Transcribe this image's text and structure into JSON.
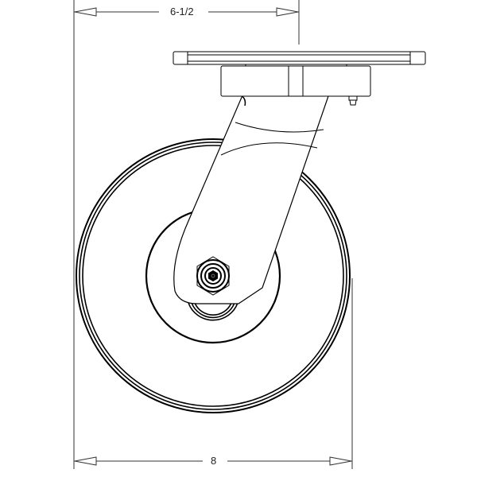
{
  "drawing": {
    "subject": "Swivel caster side view",
    "line_color": "#000000",
    "dimension_color": "#444444",
    "background": "#ffffff"
  },
  "dimensions": {
    "top": {
      "label": "6-1/2",
      "description": "swivel offset / plate width"
    },
    "bottom": {
      "label": "8",
      "description": "wheel diameter"
    }
  },
  "parts": [
    {
      "name": "top-plate"
    },
    {
      "name": "swivel-housing"
    },
    {
      "name": "grease-fitting"
    },
    {
      "name": "fork-leg"
    },
    {
      "name": "wheel-tread"
    },
    {
      "name": "wheel-hub"
    },
    {
      "name": "axle-nut"
    }
  ]
}
